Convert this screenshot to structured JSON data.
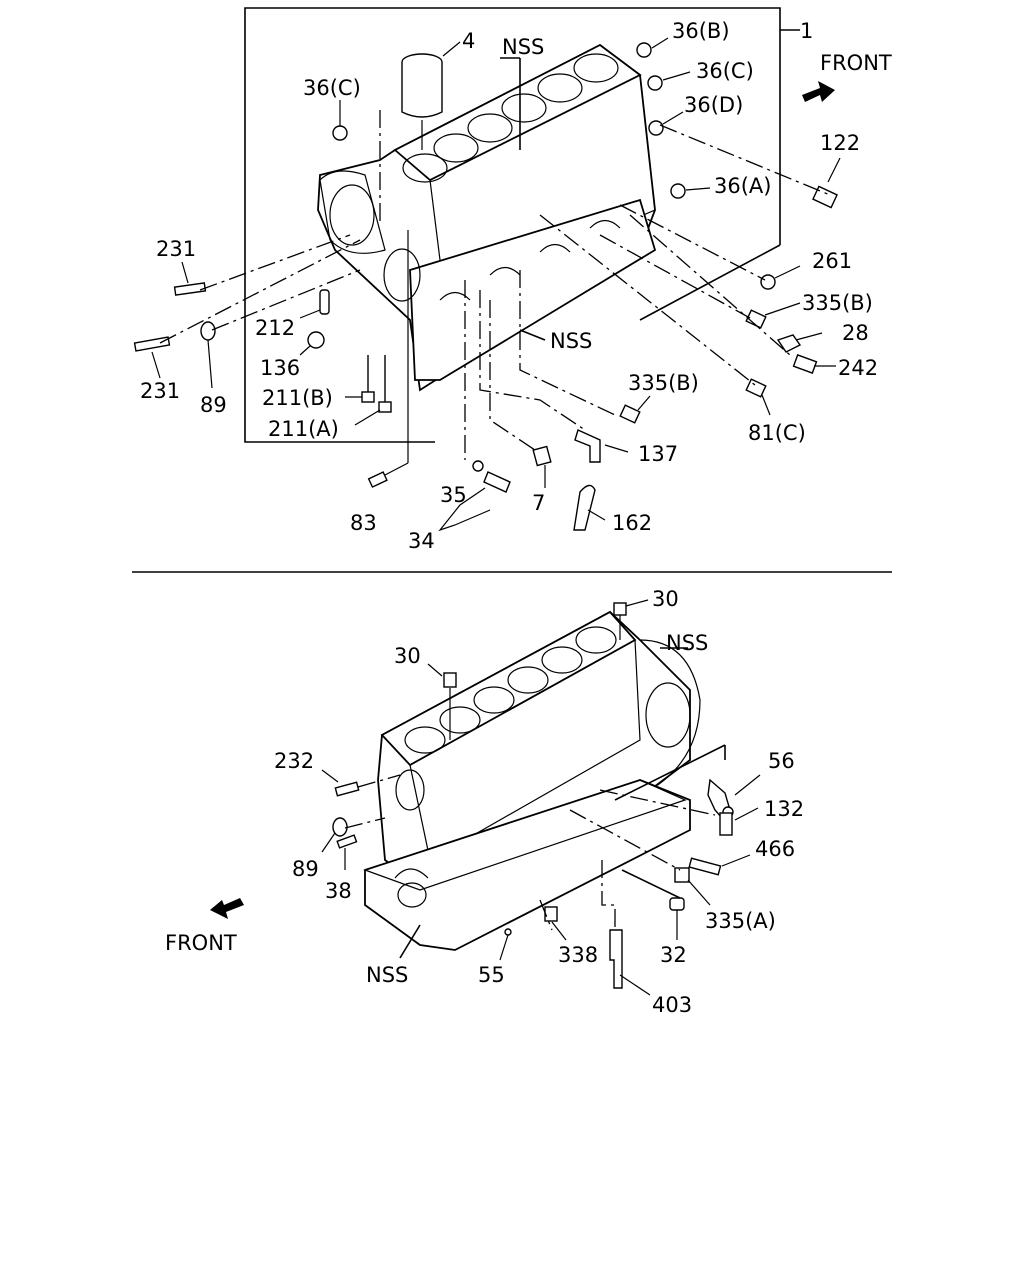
{
  "top_view": {
    "front": "FRONT",
    "callouts": [
      {
        "id": "c-4",
        "text": "4"
      },
      {
        "id": "c-nss-1",
        "text": "NSS"
      },
      {
        "id": "c-36b",
        "text": "36(B)"
      },
      {
        "id": "c-36c-r",
        "text": "36(C)"
      },
      {
        "id": "c-36c-l",
        "text": "36(C)"
      },
      {
        "id": "c-36d",
        "text": "36(D)"
      },
      {
        "id": "c-36a",
        "text": "36(A)"
      },
      {
        "id": "c-1",
        "text": "1"
      },
      {
        "id": "c-122",
        "text": "122"
      },
      {
        "id": "c-261",
        "text": "261"
      },
      {
        "id": "c-335b-1",
        "text": "335(B)"
      },
      {
        "id": "c-28",
        "text": "28"
      },
      {
        "id": "c-242",
        "text": "242"
      },
      {
        "id": "c-nss-2",
        "text": "NSS"
      },
      {
        "id": "c-335b-2",
        "text": "335(B)"
      },
      {
        "id": "c-81c",
        "text": "81(C)"
      },
      {
        "id": "c-137",
        "text": "137"
      },
      {
        "id": "c-162",
        "text": "162"
      },
      {
        "id": "c-7",
        "text": "7"
      },
      {
        "id": "c-35",
        "text": "35"
      },
      {
        "id": "c-34",
        "text": "34"
      },
      {
        "id": "c-83",
        "text": "83"
      },
      {
        "id": "c-231-a",
        "text": "231"
      },
      {
        "id": "c-231-b",
        "text": "231"
      },
      {
        "id": "c-212",
        "text": "212"
      },
      {
        "id": "c-136",
        "text": "136"
      },
      {
        "id": "c-89",
        "text": "89"
      },
      {
        "id": "c-211b",
        "text": "211(B)"
      },
      {
        "id": "c-211a",
        "text": "211(A)"
      }
    ]
  },
  "bottom_view": {
    "front": "FRONT",
    "callouts": [
      {
        "id": "d-30-r",
        "text": "30"
      },
      {
        "id": "d-30-l",
        "text": "30"
      },
      {
        "id": "d-nss-1",
        "text": "NSS"
      },
      {
        "id": "d-232",
        "text": "232"
      },
      {
        "id": "d-56",
        "text": "56"
      },
      {
        "id": "d-132",
        "text": "132"
      },
      {
        "id": "d-466",
        "text": "466"
      },
      {
        "id": "d-335a",
        "text": "335(A)"
      },
      {
        "id": "d-89",
        "text": "89"
      },
      {
        "id": "d-38",
        "text": "38"
      },
      {
        "id": "d-32",
        "text": "32"
      },
      {
        "id": "d-338",
        "text": "338"
      },
      {
        "id": "d-403",
        "text": "403"
      },
      {
        "id": "d-55",
        "text": "55"
      },
      {
        "id": "d-nss-2",
        "text": "NSS"
      }
    ]
  }
}
